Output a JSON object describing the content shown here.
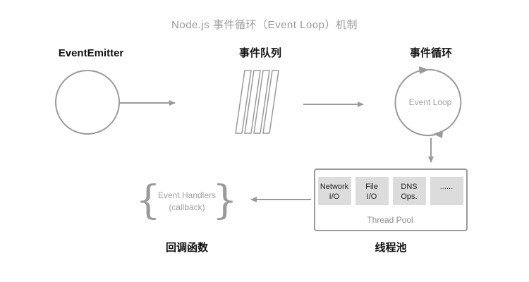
{
  "title": "Node.js 事件循环（Event Loop）机制",
  "nodes": {
    "emitter": {
      "label": "EventEmitter"
    },
    "queue": {
      "label": "事件队列"
    },
    "loop": {
      "label": "事件循环",
      "inner_label": "Event Loop"
    },
    "handlers": {
      "label": "回调函数",
      "line1": "Event Handlers",
      "line2": "(callback)"
    },
    "thread_pool": {
      "label": "线程池",
      "inner_label": "Thread Pool",
      "workers": [
        {
          "line1": "Network",
          "line2": "I/O"
        },
        {
          "line1": "File",
          "line2": "I/O"
        },
        {
          "line1": "DNS",
          "line2": "Ops."
        },
        {
          "line1": "......",
          "line2": ""
        }
      ]
    }
  },
  "colors": {
    "stroke": "#9a9a9a",
    "worker_fill": "#dcdcdc",
    "text_dark": "#111111",
    "text_gray": "#9a9a9a"
  }
}
